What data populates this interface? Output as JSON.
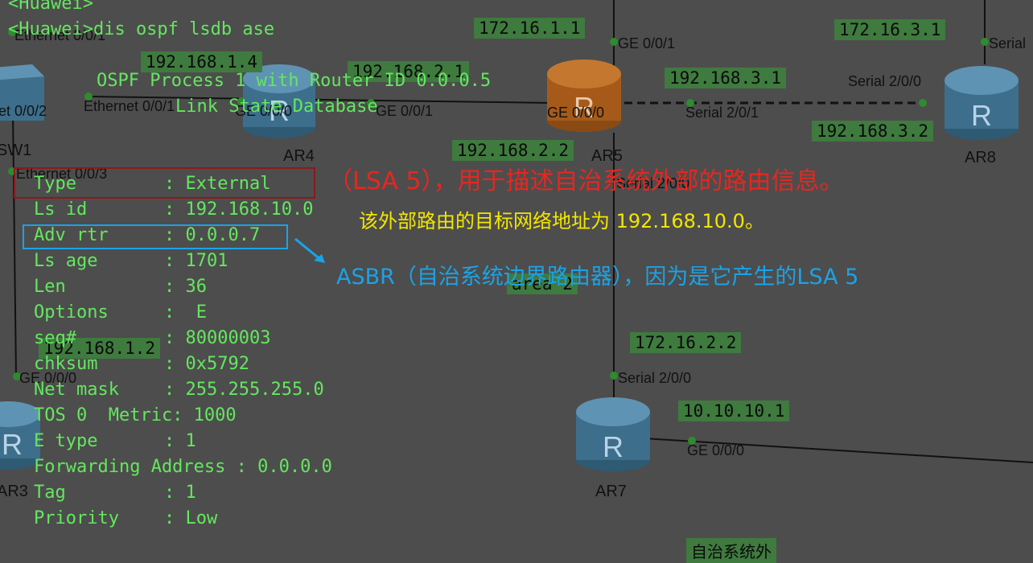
{
  "terminal": {
    "prompt_line": "<Huawei>",
    "command_line": "<Huawei>dis ospf lsdb ase",
    "process_line": "OSPF Process 1 with Router ID 0.0.0.5",
    "db_line": "Link State Database",
    "fields": [
      {
        "key": "Type",
        "value": "External",
        "highlight": "red"
      },
      {
        "key": "Ls id",
        "value": "192.168.10.0"
      },
      {
        "key": "Adv rtr",
        "value": "0.0.0.7",
        "highlight": "blue"
      },
      {
        "key": "Ls age",
        "value": "1701"
      },
      {
        "key": "Len",
        "value": "36"
      },
      {
        "key": "Options",
        "value": " E"
      },
      {
        "key": "seq#",
        "value": "80000003"
      },
      {
        "key": "chksum",
        "value": "0x5792"
      },
      {
        "key": "Net mask",
        "value": "255.255.255.0"
      }
    ],
    "tos_line": "TOS 0  Metric: 1000",
    "tail_fields": [
      {
        "key": "E type",
        "value": "1"
      },
      {
        "key": "Forwarding Address",
        "value": "0.0.0.0"
      },
      {
        "key": "Tag",
        "value": "1"
      },
      {
        "key": "Priority",
        "value": "Low"
      }
    ]
  },
  "annotations": {
    "lsa5_desc": "（LSA 5），用于描述自治系统外部的路由信息。",
    "dest_desc": "该外部路由的目标网络地址为 192.168.10.0。",
    "asbr_desc": "ASBR（自治系统边界路由器），因为是它产生的LSA 5",
    "colors": {
      "red": "#e8261f",
      "yellow": "#f2e600",
      "blue": "#1aa3e8"
    }
  },
  "topology": {
    "ips": [
      "172.16.1.1",
      "192.168.1.4",
      "192.168.2.1",
      "192.168.3.1",
      "172.16.3.1",
      "192.168.3.2",
      "192.168.2.2",
      "192.168.1.2",
      "172.16.2.2",
      "10.10.10.1"
    ],
    "ports": [
      "Ethernet 0/0/1",
      "et 0/0/2",
      "Ethernet 0/0/1",
      "GE 0/0/0",
      "GE 0/0/1",
      "GE 0/0/1",
      "GE 0/0/0",
      "Serial 2/0/1",
      "Serial 2/0/0",
      "Serial",
      "Ethernet 0/0/3",
      "Serial 2/0/0",
      "GE 0/0/0",
      "Serial 2/0/0",
      "GE 0/0/0"
    ],
    "devices": [
      "SW1",
      "AR4",
      "AR5",
      "AR8",
      "AR3",
      "AR7"
    ],
    "area_label": "area 2",
    "footer_label": "自治系统外"
  }
}
